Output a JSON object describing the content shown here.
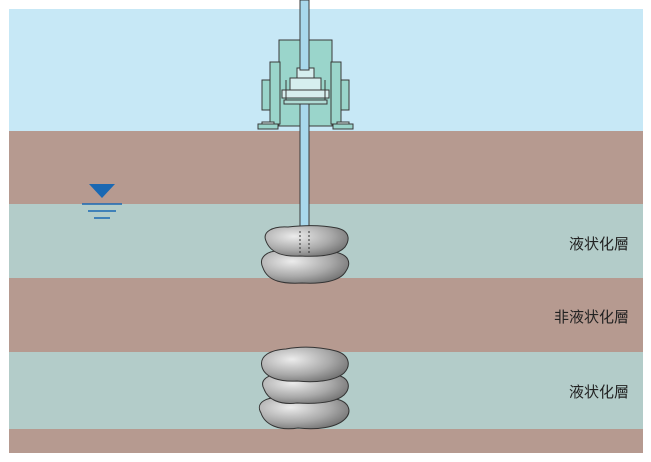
{
  "layers": {
    "upper": {
      "label": "液状化層",
      "kind": "liquefiable"
    },
    "middle": {
      "label": "非液状化層",
      "kind": "non-liquefiable"
    },
    "lower": {
      "label": "液状化層",
      "kind": "liquefiable"
    }
  },
  "colors": {
    "sky": "#c7e8f6",
    "soil": "#b69a90",
    "liquefiable": "#b3ccc9",
    "machine": "#9ad5cb",
    "rod": "#a9d8ec",
    "water_table": "#1a68b3"
  },
  "icons": {
    "water_table": "water-table-icon",
    "machine": "drilling-rig",
    "stones": "gravel-stone"
  }
}
